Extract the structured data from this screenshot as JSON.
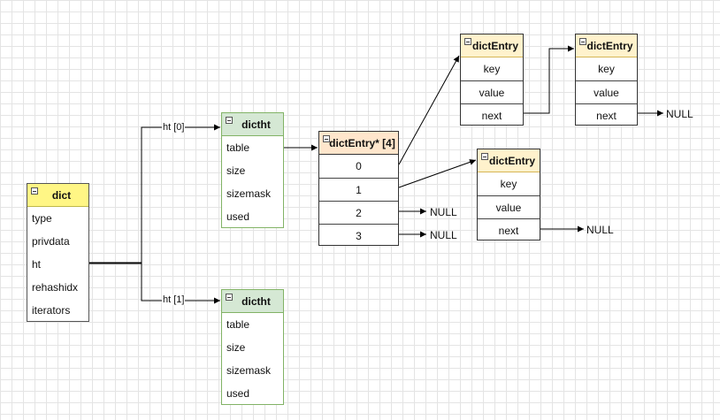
{
  "dict": {
    "title": "dict",
    "fields": [
      "type",
      "privdata",
      "ht",
      "rehashidx",
      "iterators"
    ]
  },
  "edge_labels": {
    "ht0": "ht [0]",
    "ht1": "ht [1]"
  },
  "dictht0": {
    "title": "dictht",
    "fields": [
      "table",
      "size",
      "sizemask",
      "used"
    ]
  },
  "dictht1": {
    "title": "dictht",
    "fields": [
      "table",
      "size",
      "sizemask",
      "used"
    ]
  },
  "table_array": {
    "title": "dictEntry* [4]",
    "cells": [
      "0",
      "1",
      "2",
      "3"
    ]
  },
  "entry_a": {
    "title": "dictEntry",
    "fields": [
      "key",
      "value",
      "next"
    ]
  },
  "entry_b": {
    "title": "dictEntry",
    "fields": [
      "key",
      "value",
      "next"
    ]
  },
  "entry_c": {
    "title": "dictEntry",
    "fields": [
      "key",
      "value",
      "next"
    ]
  },
  "null_text": "NULL",
  "colors": {
    "dict_header": "#fff685",
    "dictht_header": "#d5e8d4",
    "dictht_border": "#82b366",
    "array_header": "#ffe6cc",
    "entry_header": "#fff2cc"
  }
}
